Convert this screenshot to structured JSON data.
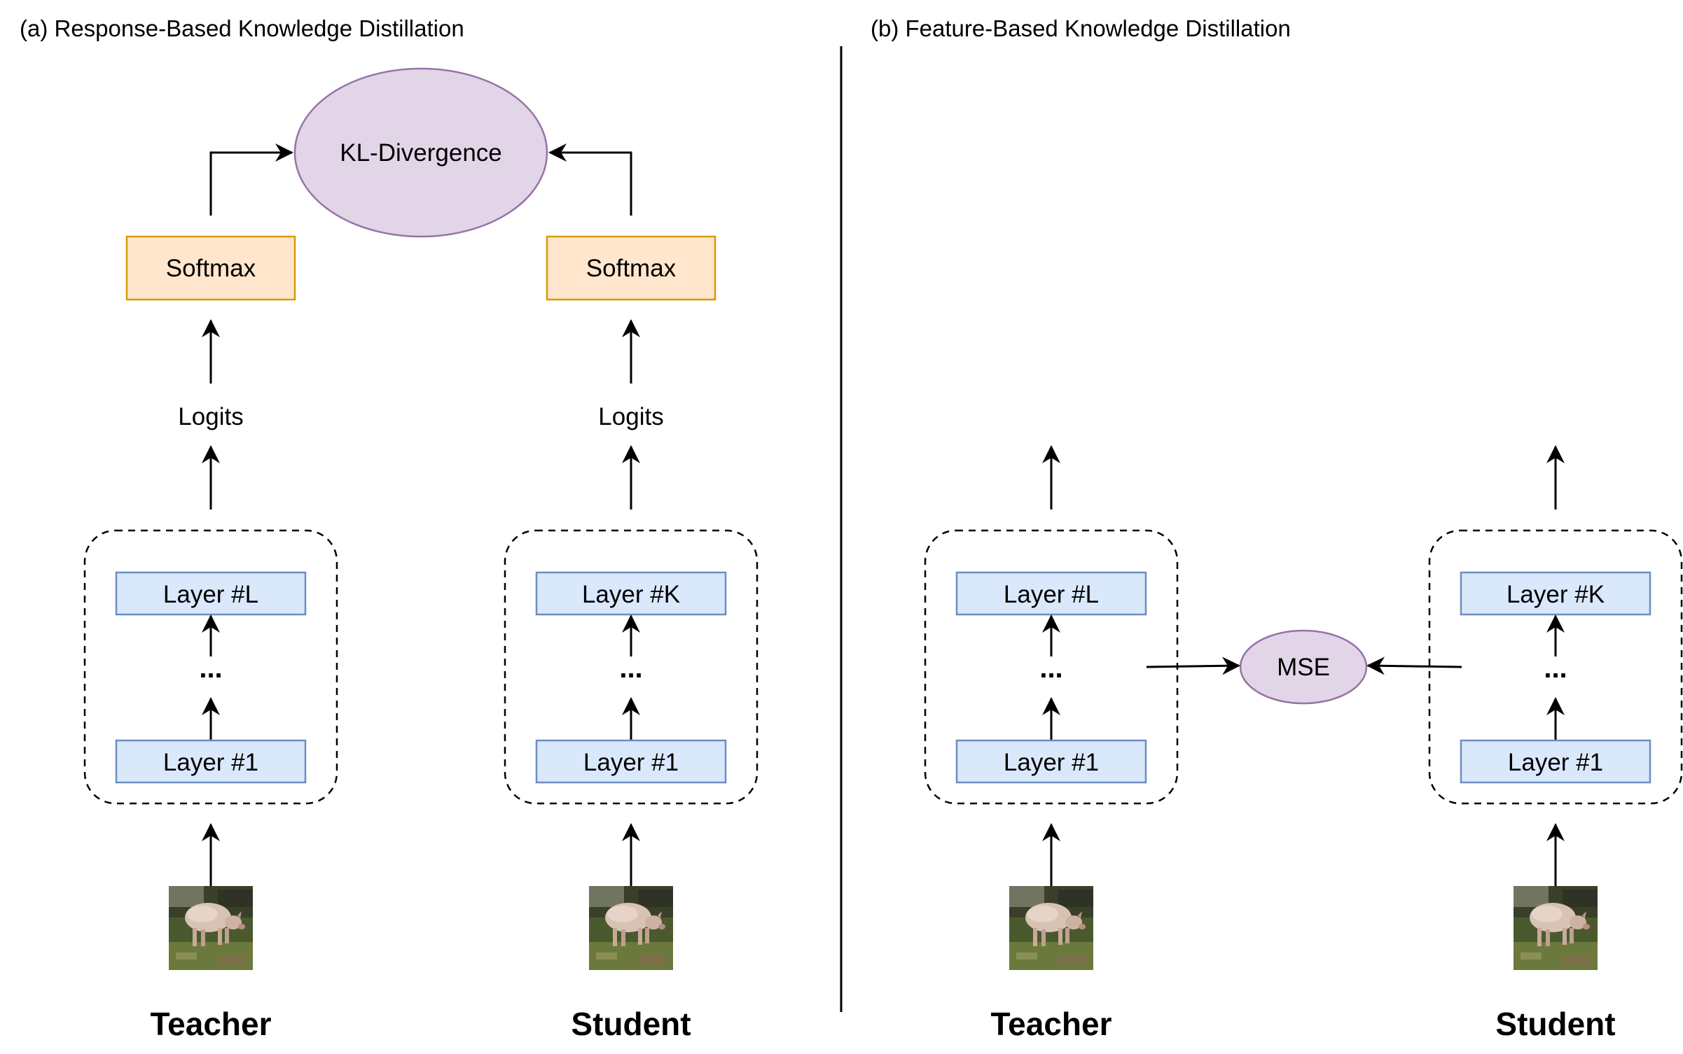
{
  "colors": {
    "layer_fill": "#dae8fc",
    "layer_stroke": "#6c8ebf",
    "softmax_fill": "#ffe6cc",
    "softmax_stroke": "#d79b00",
    "loss_fill": "#e1d5e7",
    "loss_stroke": "#9673a6"
  },
  "panel_a": {
    "title": "(a) Response-Based Knowledge Distillation",
    "loss_label": "KL-Divergence",
    "teacher": {
      "softmax": "Softmax",
      "logits": "Logits",
      "top_layer": "Layer #L",
      "dots": "...",
      "bottom_layer": "Layer #1",
      "image": "pig-photo",
      "role": "Teacher"
    },
    "student": {
      "softmax": "Softmax",
      "logits": "Logits",
      "top_layer": "Layer #K",
      "dots": "...",
      "bottom_layer": "Layer #1",
      "image": "pig-photo",
      "role": "Student"
    }
  },
  "panel_b": {
    "title": "(b) Feature-Based Knowledge Distillation",
    "loss_label": "MSE",
    "teacher": {
      "top_layer": "Layer #L",
      "dots": "...",
      "bottom_layer": "Layer #1",
      "image": "pig-photo",
      "role": "Teacher"
    },
    "student": {
      "top_layer": "Layer #K",
      "dots": "...",
      "bottom_layer": "Layer #1",
      "image": "pig-photo",
      "role": "Student"
    }
  }
}
